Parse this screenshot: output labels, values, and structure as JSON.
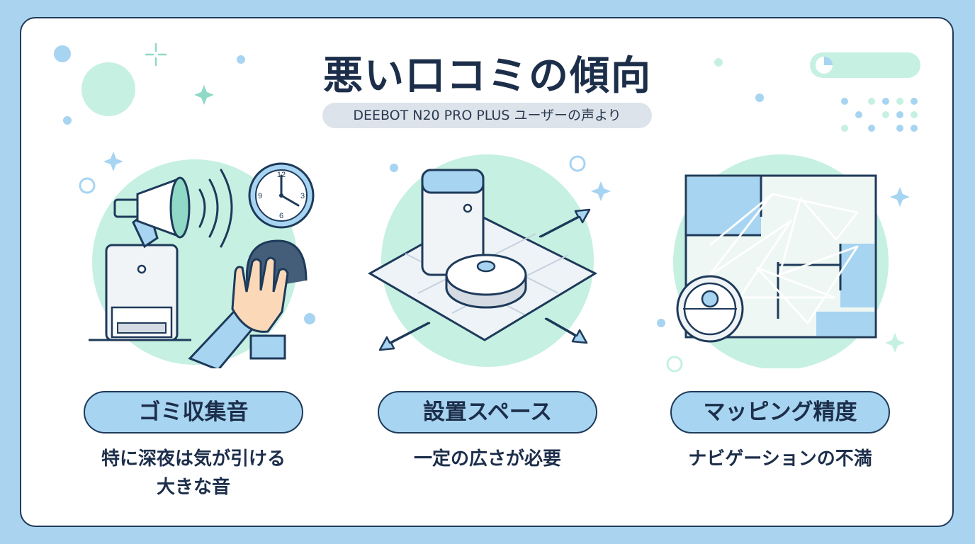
{
  "header": {
    "title": "悪い口コミの傾向",
    "subtitle": "DEEBOT N20 PRO PLUS ユーザーの声より"
  },
  "items": [
    {
      "label": "ゴミ収集音",
      "description_lines": [
        "特に深夜は気が引ける",
        "大きな音"
      ]
    },
    {
      "label": "設置スペース",
      "description_lines": [
        "一定の広さが必要"
      ]
    },
    {
      "label": "マッピング精度",
      "description_lines": [
        "ナビゲーションの不満"
      ]
    }
  ],
  "clock": {
    "numerals": [
      "12",
      "3",
      "6",
      "9"
    ]
  },
  "colors": {
    "background": "#a9d3ef",
    "card": "#ffffff",
    "navy": "#1e3a5a",
    "mint": "#c6f0e2",
    "blue": "#a7d4f1"
  }
}
